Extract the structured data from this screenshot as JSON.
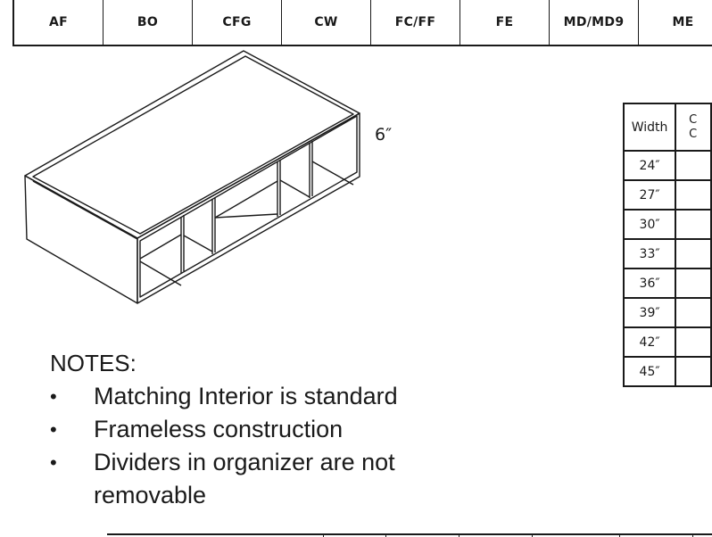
{
  "codes": [
    "AF",
    "BO",
    "CFG",
    "CW",
    "FC/FF",
    "FE",
    "MD/MD9",
    "ME"
  ],
  "height_label": "6″",
  "width_table": {
    "header_width": "Width",
    "header_cut_line1": "C",
    "header_cut_line2": "C",
    "rows": [
      "24″",
      "27″",
      "30″",
      "33″",
      "36″",
      "39″",
      "42″",
      "45″"
    ]
  },
  "notes": {
    "title": "NOTES:",
    "items": [
      "Matching Interior is standard",
      "Frameless construction",
      "Dividers in organizer are not removable"
    ]
  }
}
